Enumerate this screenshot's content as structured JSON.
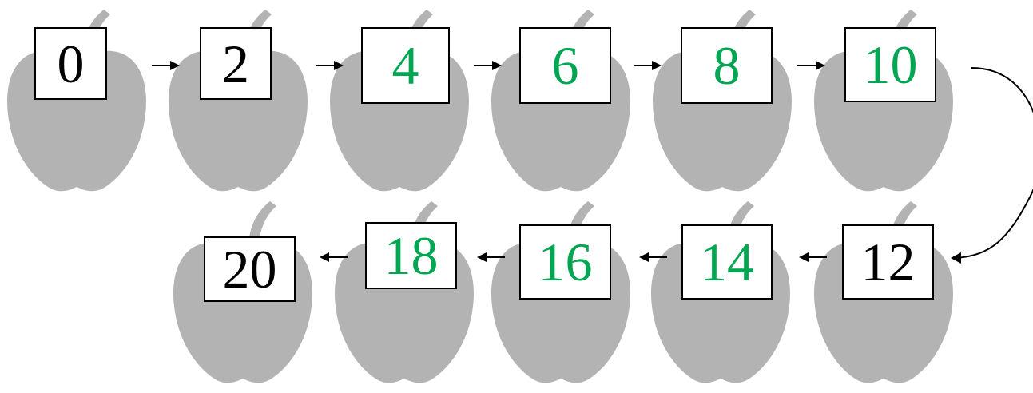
{
  "colors": {
    "apple": "#b3b3b3",
    "default_text": "#000000",
    "highlight_text": "#00a651",
    "box_border": "#000000",
    "arrow": "#000000"
  },
  "icons": {
    "apple": "apple-icon",
    "arrow": "arrow-icon"
  },
  "top_row": [
    {
      "label": "0",
      "highlight": false
    },
    {
      "label": "2",
      "highlight": false
    },
    {
      "label": "4",
      "highlight": true
    },
    {
      "label": "6",
      "highlight": true
    },
    {
      "label": "8",
      "highlight": true
    },
    {
      "label": "10",
      "highlight": true
    }
  ],
  "bottom_row": [
    {
      "label": "20",
      "highlight": false
    },
    {
      "label": "18",
      "highlight": true
    },
    {
      "label": "16",
      "highlight": true
    },
    {
      "label": "14",
      "highlight": true
    },
    {
      "label": "12",
      "highlight": false
    }
  ]
}
